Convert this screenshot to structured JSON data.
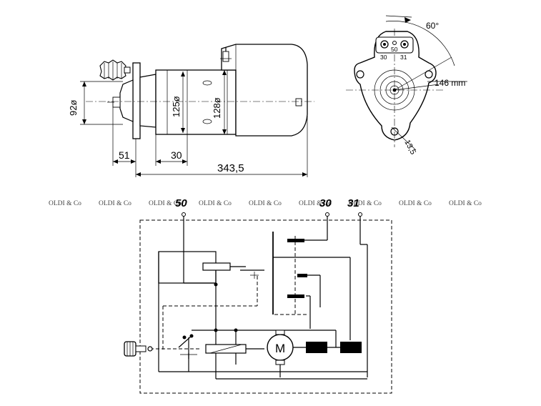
{
  "drawing": {
    "dims": {
      "d92": "92ø",
      "d125": "125ø",
      "d128": "128ø",
      "len51": "51",
      "len30": "30",
      "total": "343,5",
      "angle": "60°",
      "radius": "146 mm",
      "hole": "13,5"
    },
    "end_view_terms": {
      "t30": "30",
      "t50": "50",
      "t31": "31"
    }
  },
  "watermark": {
    "items": [
      "OLDI & Co",
      "OLDI & Co",
      "OLDI & Co",
      "OLDI & Co",
      "OLDI & Co",
      "OLDI & Co",
      "OLDI & Co",
      "OLDI & Co",
      "OLDI & Co"
    ]
  },
  "schematic": {
    "terminal_50": "50",
    "terminal_30": "30",
    "terminal_31": "31",
    "motor_label": "M"
  },
  "colors": {
    "ink": "#000000",
    "watermark": "#444444",
    "background": "#ffffff"
  }
}
